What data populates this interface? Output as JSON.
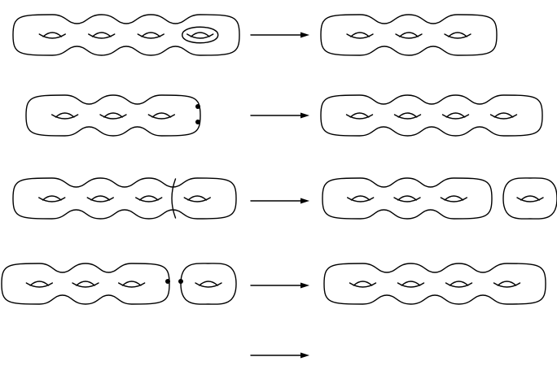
{
  "rows": [
    {
      "id": "row-1",
      "source": {
        "genus": 4,
        "feature": "separating-loop-on-handle"
      },
      "target": {
        "genus": 3
      }
    },
    {
      "id": "row-2",
      "source": {
        "genus": 3,
        "feature": "two-marked-points"
      },
      "target": {
        "genus": 4
      }
    },
    {
      "id": "row-3",
      "source": {
        "genus": 4,
        "feature": "separating-curve"
      },
      "target": {
        "components": [
          {
            "genus": 3
          },
          {
            "genus": 1
          }
        ]
      }
    },
    {
      "id": "row-4",
      "source": {
        "components": [
          {
            "genus": 3
          },
          {
            "genus": 1
          }
        ],
        "feature": "marked-points-on-each-component"
      },
      "target": {
        "genus": 4
      }
    },
    {
      "id": "row-5",
      "source": null,
      "target": null
    }
  ],
  "colors": {
    "stroke": "#000000",
    "background": "#ffffff"
  }
}
